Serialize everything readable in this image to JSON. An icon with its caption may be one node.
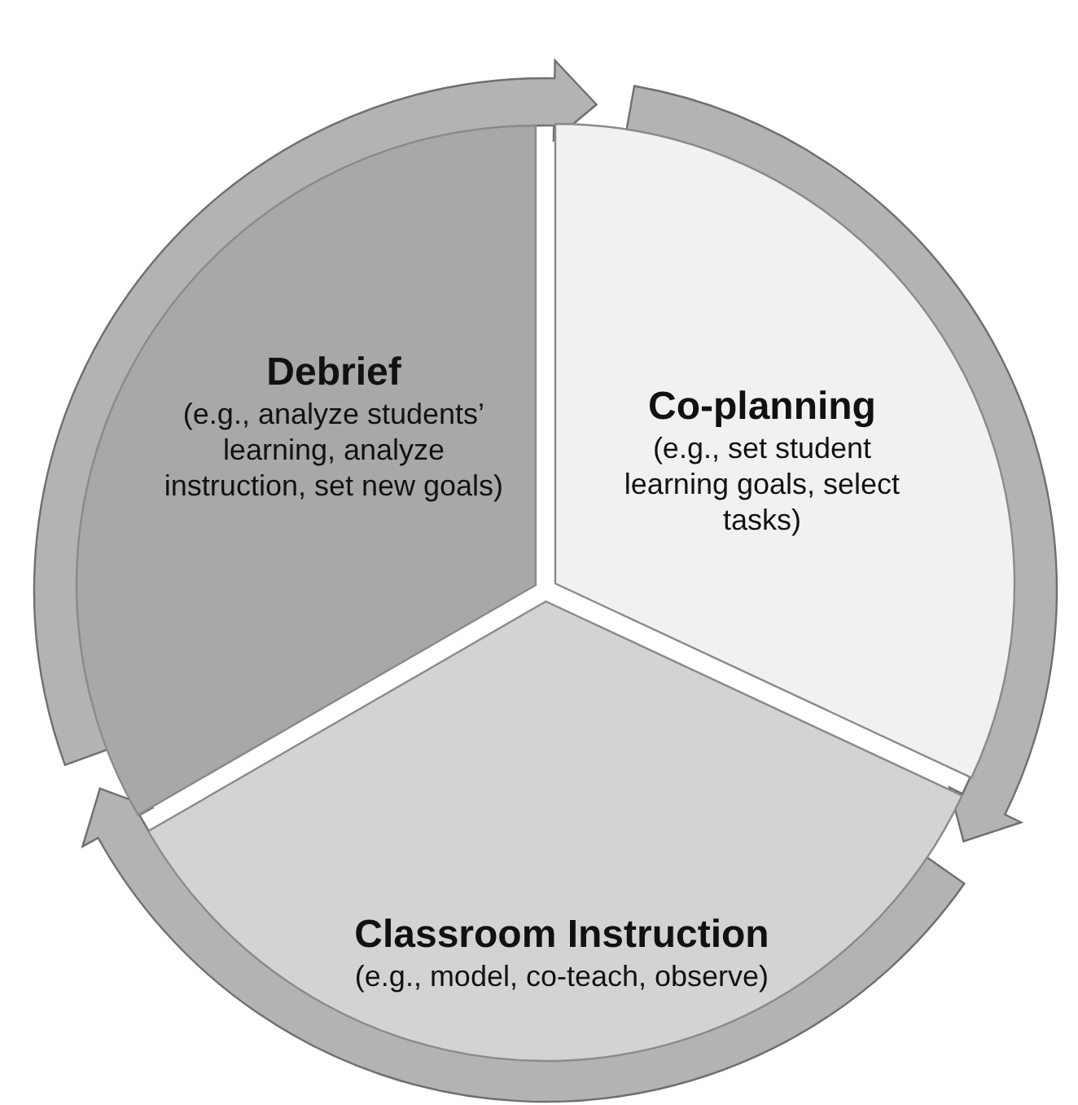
{
  "diagram": {
    "nodes": [
      {
        "text": [
          "Debrief",
          "(e.g., analyze students’ learning, analyze instruction, set new goals)"
        ]
      },
      {
        "text": [
          "Co-planning",
          "(e.g., set student learning goals, select tasks)"
        ]
      },
      {
        "text": [
          "Classroom Instruction",
          "(e.g., model, co-teach, observe)"
        ]
      }
    ],
    "edges": [
      {
        "from": 0,
        "to": 1,
        "arrow": "to"
      },
      {
        "from": 1,
        "to": 2,
        "arrow": "to"
      },
      {
        "from": 2,
        "to": 0,
        "arrow": "to"
      }
    ]
  }
}
